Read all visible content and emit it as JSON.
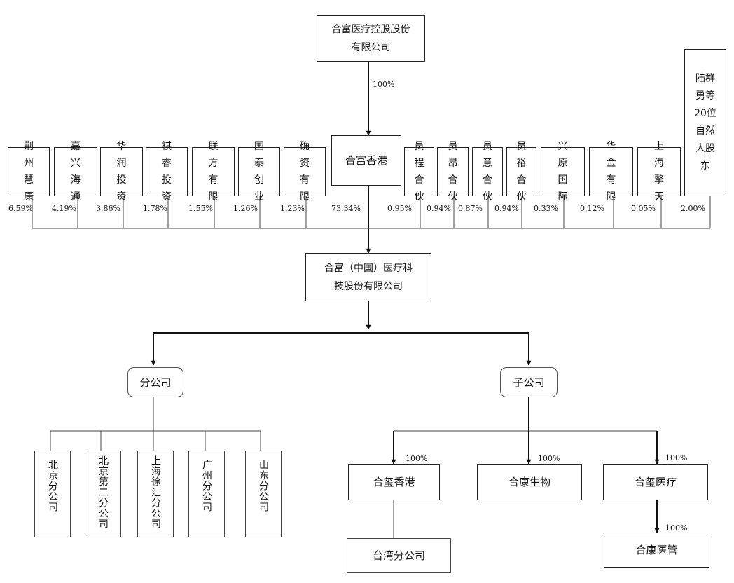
{
  "top": {
    "name": "合富医疗控股股份有限公司",
    "pct": "100%"
  },
  "middle": {
    "name": "合富香港",
    "pct": "73.34%"
  },
  "shareholders": [
    {
      "name": "荆州慧康",
      "pct": "6.59%"
    },
    {
      "name": "嘉兴海通",
      "pct": "4.19%"
    },
    {
      "name": "华润投资",
      "pct": "3.86%"
    },
    {
      "name": "祺睿投资",
      "pct": "1.78%"
    },
    {
      "name": "联方有限",
      "pct": "1.55%"
    },
    {
      "name": "国泰创业",
      "pct": "1.26%"
    },
    {
      "name": "确资有限",
      "pct": "1.23%"
    },
    {
      "name": "员程合伙",
      "pct": "0.95%"
    },
    {
      "name": "员昂合伙",
      "pct": "0.94%"
    },
    {
      "name": "员意合伙",
      "pct": "0.87%"
    },
    {
      "name": "员裕合伙",
      "pct": "0.94%"
    },
    {
      "name": "兴原国际",
      "pct": "0.33%"
    },
    {
      "name": "华金有限",
      "pct": "0.12%"
    },
    {
      "name": "上海擎天",
      "pct": "0.05%"
    },
    {
      "name": "陆群勇等20位自然人股东",
      "pct": "2.00%"
    }
  ],
  "company": {
    "name": "合富（中国）医疗科技股份有限公司"
  },
  "branch_group": {
    "label": "分公司",
    "items": [
      "北京分公司",
      "北京第二分公司",
      "上海徐汇分公司",
      "广州分公司",
      "山东分公司"
    ]
  },
  "sub_group": {
    "label": "子公司",
    "items": [
      {
        "name": "合玺香港",
        "pct": "100%"
      },
      {
        "name": "合康生物",
        "pct": "100%"
      },
      {
        "name": "合玺医疗",
        "pct": "100%"
      }
    ],
    "hk_branch": "台湾分公司",
    "second_level": {
      "name": "合康医管",
      "pct": "100%"
    }
  }
}
